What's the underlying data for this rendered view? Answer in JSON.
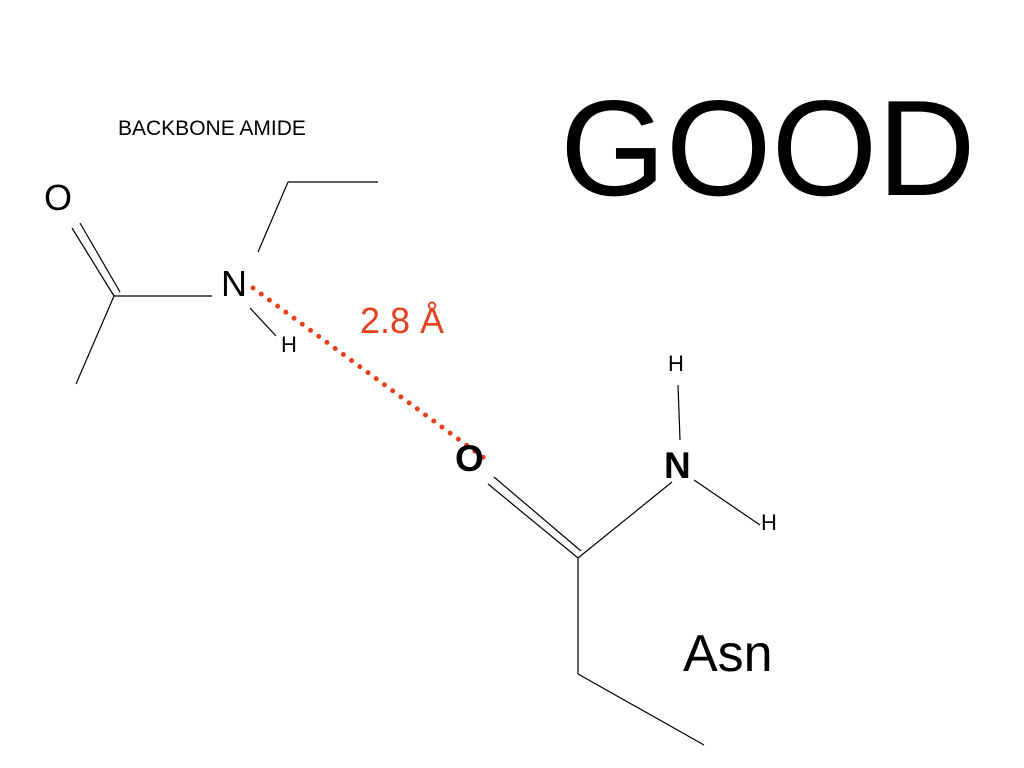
{
  "caption": "BACKBONE AMIDE",
  "verdict": "GOOD",
  "hbond": {
    "distance_label": "2.8 Å",
    "color": "#e8401c"
  },
  "backbone": {
    "o": "O",
    "n": "N",
    "h": "H"
  },
  "side_chain": {
    "o": "O",
    "n": "N",
    "h_top": "H",
    "h_right": "H"
  },
  "residue_label": "Asn"
}
